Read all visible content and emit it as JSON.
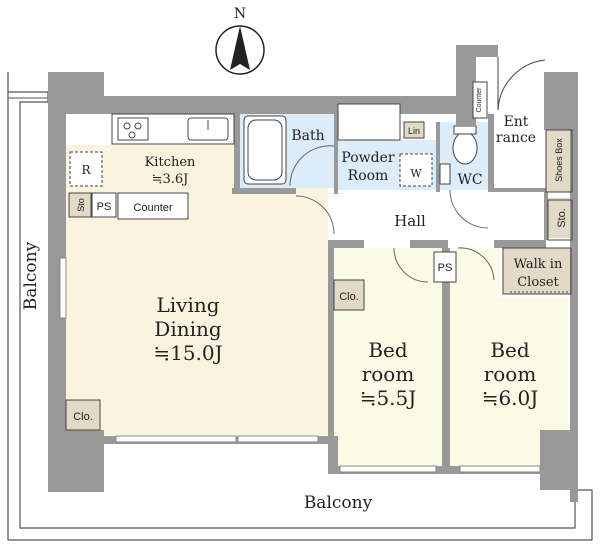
{
  "compass": {
    "label": "N"
  },
  "rooms": {
    "kitchen": {
      "name": "Kitchen",
      "area": "≒3.6J"
    },
    "living": {
      "line1": "Living",
      "line2": "Dining",
      "area": "≒15.0J"
    },
    "bed1": {
      "line1": "Bed",
      "line2": "room",
      "area": "≒5.5J"
    },
    "bed2": {
      "line1": "Bed",
      "line2": "room",
      "area": "≒6.0J"
    },
    "bath": {
      "name": "Bath"
    },
    "powder": {
      "line1": "Powder",
      "line2": "Room"
    },
    "wc": {
      "name": "WC"
    },
    "hall": {
      "name": "Hall"
    },
    "entrance": {
      "line1": "Ent",
      "line2": "rance"
    },
    "walkin": {
      "line1": "Walk in",
      "line2": "Closet"
    }
  },
  "labels": {
    "counter": "Counter",
    "counter_small": "Counter",
    "ps": "PS",
    "sto": "Sto",
    "sto2": "Sto.",
    "clo": "Clo.",
    "lin": "Lin",
    "shoes_box": "Shoes Box",
    "fridge": "R",
    "washer": "W",
    "balcony_left": "Balcony",
    "balcony_bottom": "Balcony"
  },
  "colors": {
    "wall": "#999999",
    "living": "#faf3e0",
    "bedroom": "#fafae6",
    "wet": "#dcecf8",
    "storage": "#e2dac7",
    "white": "#ffffff"
  }
}
